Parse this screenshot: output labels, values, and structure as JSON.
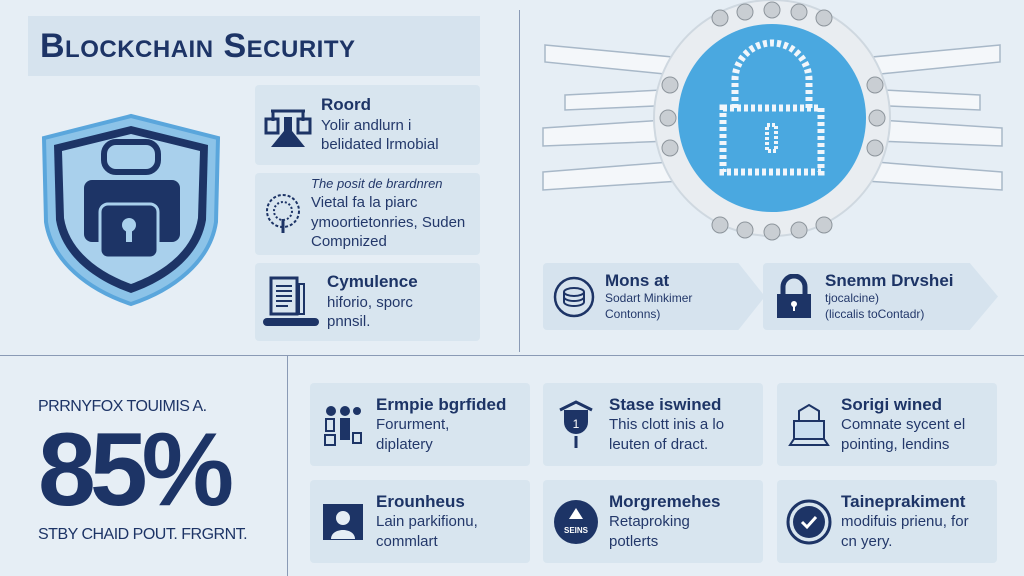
{
  "header": {
    "title": "Blockchain Security"
  },
  "left_cards": [
    {
      "title": "Roord",
      "text": "Yolir andlurn i belidated lrmobial",
      "icon": "lab-scale-icon"
    },
    {
      "title": "The posit de brardnren",
      "text": "Vietal fa la piarc ymoortietonries, Suden Compnized",
      "icon": "tree-brain-icon"
    },
    {
      "title": "Cymulence",
      "text": "hiforio, sporc pnnsil.",
      "icon": "document-laptop-icon"
    }
  ],
  "arrow_cards": [
    {
      "title": "Mons at",
      "line1": "Sodart Minkimer",
      "line2": "Contonns)",
      "icon": "database-icon"
    },
    {
      "title": "Snemm Drvshei",
      "line1": "tjocalcine)",
      "line2": "(liccalis toContadr)",
      "icon": "padlock-icon"
    }
  ],
  "stat": {
    "top": "PRRNYFOX TOUIMIS A.",
    "value": "85%",
    "bottom": "STBY CHAID POUT. FRGRNT."
  },
  "grid": [
    {
      "title": "Ermpie bgrfided",
      "text": "Forurment, diplatery",
      "icon": "people-devices-icon"
    },
    {
      "title": "Stase iswined",
      "text": "This clott inis a lo leuten of dract.",
      "icon": "shield-pin-icon"
    },
    {
      "title": "Sorigi wined",
      "text": "Comnate sycent el pointing, lendins",
      "icon": "building-shield-icon"
    },
    {
      "title": "Erounheus",
      "text": "Lain parkifionu, commlart",
      "icon": "user-frame-icon"
    },
    {
      "title": "Morgremehes",
      "text": "Retaproking potlerts",
      "icon": "warning-badge-icon",
      "badge": "SEINS"
    },
    {
      "title": "Taineprakiment",
      "text": "modifuis prienu, for cn yery.",
      "icon": "check-circle-icon"
    }
  ],
  "colors": {
    "navy": "#1d3466",
    "accent": "#4aa8e0",
    "bg": "#e6eef5",
    "card": "#d8e5ef"
  }
}
